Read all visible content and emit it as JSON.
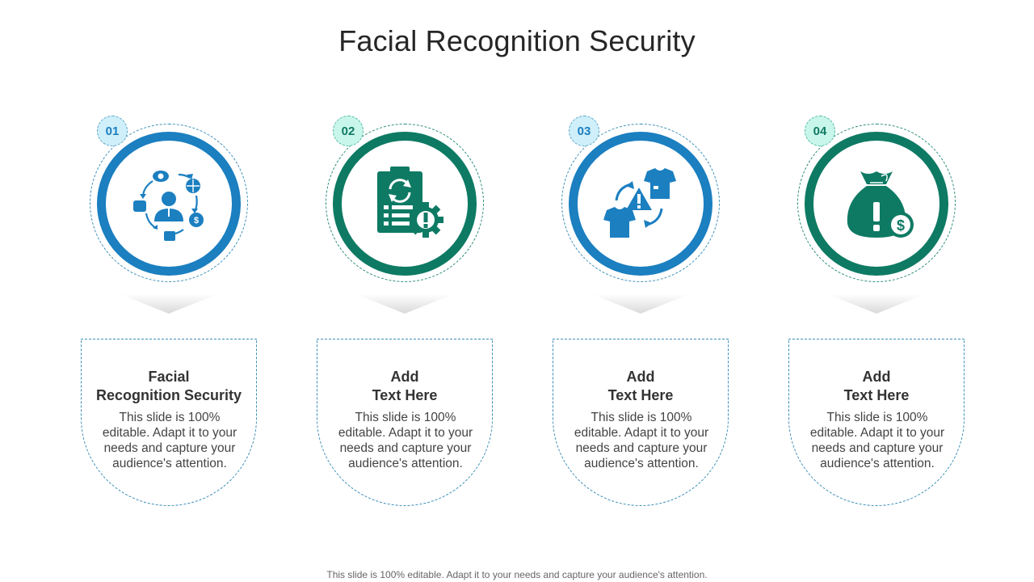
{
  "slide": {
    "title": "Facial Recognition Security",
    "footer": "This slide is 100% editable. Adapt it to your needs and capture your audience's attention."
  },
  "colors": {
    "blue": "#1b7fc0",
    "green": "#0e7a64",
    "badge_blue_bg": "#cfeffa",
    "badge_green_bg": "#c9f6ea",
    "badge_blue_text": "#1b7fc0",
    "badge_green_text": "#0e7a64"
  },
  "items": [
    {
      "number": "01",
      "title_line1": "Facial",
      "title_line2": "Recognition Security",
      "body": "This slide is 100% editable. Adapt it to your needs and capture your audience's attention.",
      "icon": "facial-recognition-cycle-icon",
      "color": "blue"
    },
    {
      "number": "02",
      "title_line1": "Add",
      "title_line2": "Text Here",
      "body": "This slide is 100% editable. Adapt it to your needs and capture your audience's attention.",
      "icon": "clipboard-gear-alert-icon",
      "color": "green"
    },
    {
      "number": "03",
      "title_line1": "Add",
      "title_line2": "Text Here",
      "body": "This slide is 100% editable. Adapt it to your needs and capture your audience's attention.",
      "icon": "shirt-exchange-alert-icon",
      "color": "blue"
    },
    {
      "number": "04",
      "title_line1": "Add",
      "title_line2": "Text Here",
      "body": "This slide is 100% editable. Adapt it to your needs and capture your audience's attention.",
      "icon": "money-bag-alert-icon",
      "color": "green"
    }
  ]
}
